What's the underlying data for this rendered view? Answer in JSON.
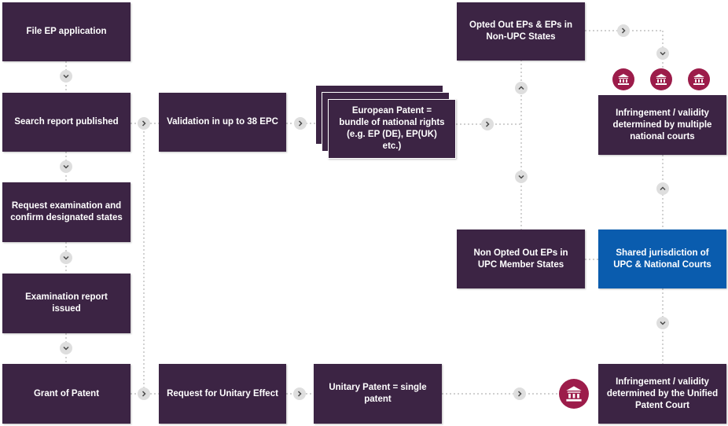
{
  "colors": {
    "box": "#3c2444",
    "highlight": "#0a5cae",
    "court": "#9c1c4a",
    "connector": "#dedede"
  },
  "boxes": {
    "file_ep": "File EP application",
    "search_report": "Search report published",
    "request_exam": "Request examination and confirm designated states",
    "exam_report": "Examination report issued",
    "grant": "Grant of Patent",
    "validation": "Validation in up to 38 EPC",
    "request_unitary": "Request for Unitary Effect",
    "european_patent": "European Patent = bundle of national rights (e.g. EP (DE), EP(UK) etc.)",
    "unitary_patent": "Unitary Patent = single patent",
    "opted_out": "Opted Out EPs & EPs in Non-UPC States",
    "non_opted_out": "Non Opted Out EPs in UPC Member States",
    "national_courts": "Infringement / validity determined by multiple national courts",
    "shared_jurisdiction": "Shared jurisdiction of UPC & National Courts",
    "upc_court": "Infringement / validity determined by the Unified Patent Court"
  },
  "icons": {
    "arrow": "chevron-icon",
    "court": "courthouse-icon"
  }
}
